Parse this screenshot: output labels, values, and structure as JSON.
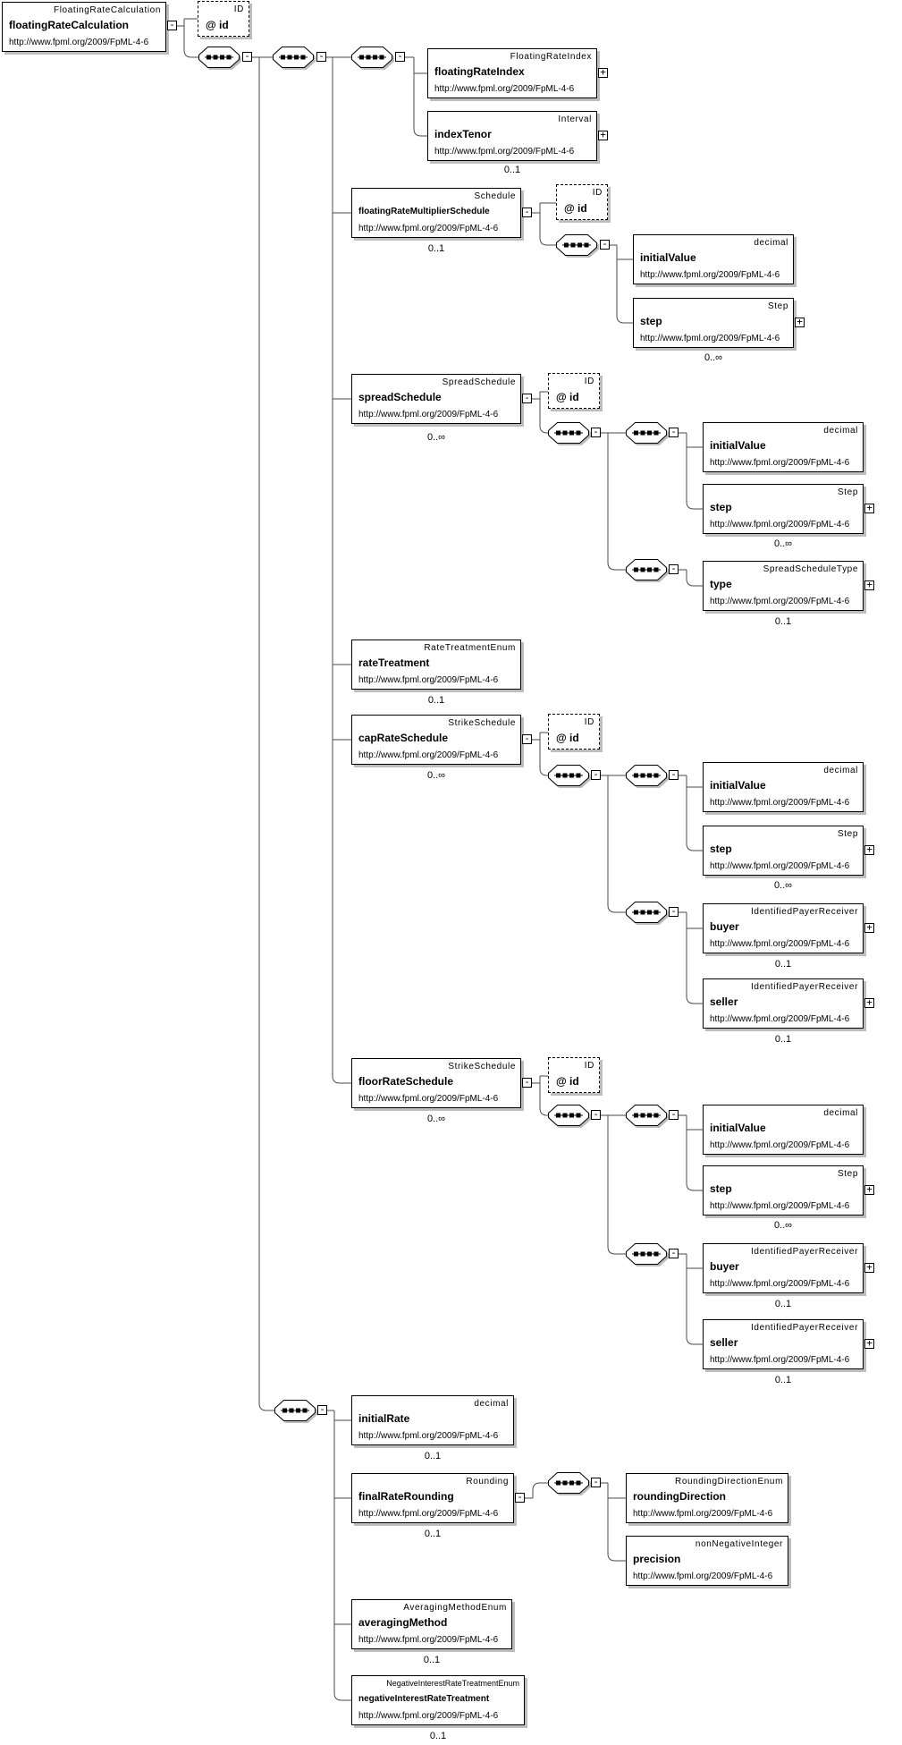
{
  "namespace": "http://www.fpml.org/2009/FpML-4-6",
  "nodes": {
    "root": {
      "name": "floatingRateCalculation",
      "type": "FloatingRateCalculation",
      "expand": "-"
    },
    "rootId": {
      "label": "@ id",
      "type": "ID"
    },
    "seq1": {
      "expand": "-"
    },
    "seq2": {
      "expand": "-"
    },
    "seq3": {
      "expand": "-"
    },
    "fri": {
      "name": "floatingRateIndex",
      "type": "FloatingRateIndex",
      "expand": "+"
    },
    "tenor": {
      "name": "indexTenor",
      "type": "Interval",
      "expand": "+",
      "cardinality": "0..1"
    },
    "frms": {
      "name": "floatingRateMultiplierSchedule",
      "type": "Schedule",
      "expand": "-",
      "cardinality": "0..1"
    },
    "frmsId": {
      "label": "@ id",
      "type": "ID"
    },
    "frmsSeq": {
      "expand": "-"
    },
    "frmsIv": {
      "name": "initialValue",
      "type": "decimal"
    },
    "frmsStep": {
      "name": "step",
      "type": "Step",
      "expand": "+",
      "cardinality": "0..∞"
    },
    "spread": {
      "name": "spreadSchedule",
      "type": "SpreadSchedule",
      "expand": "-",
      "cardinality": "0..∞"
    },
    "spreadId": {
      "label": "@ id",
      "type": "ID"
    },
    "spreadSeqO": {
      "expand": "-"
    },
    "spreadSeq1": {
      "expand": "-"
    },
    "spreadSeq2": {
      "expand": "-"
    },
    "spreadIv": {
      "name": "initialValue",
      "type": "decimal"
    },
    "spreadStep": {
      "name": "step",
      "type": "Step",
      "expand": "+",
      "cardinality": "0..∞"
    },
    "spreadType": {
      "name": "type",
      "type": "SpreadScheduleType",
      "expand": "+",
      "cardinality": "0..1"
    },
    "rateTreatment": {
      "name": "rateTreatment",
      "type": "RateTreatmentEnum",
      "cardinality": "0..1"
    },
    "cap": {
      "name": "capRateSchedule",
      "type": "StrikeSchedule",
      "expand": "-",
      "cardinality": "0..∞"
    },
    "capId": {
      "label": "@ id",
      "type": "ID"
    },
    "capSeqO": {
      "expand": "-"
    },
    "capSeq1": {
      "expand": "-"
    },
    "capSeq2": {
      "expand": "-"
    },
    "capIv": {
      "name": "initialValue",
      "type": "decimal"
    },
    "capStep": {
      "name": "step",
      "type": "Step",
      "expand": "+",
      "cardinality": "0..∞"
    },
    "capBuyer": {
      "name": "buyer",
      "type": "IdentifiedPayerReceiver",
      "expand": "+",
      "cardinality": "0..1"
    },
    "capSeller": {
      "name": "seller",
      "type": "IdentifiedPayerReceiver",
      "expand": "+",
      "cardinality": "0..1"
    },
    "floor": {
      "name": "floorRateSchedule",
      "type": "StrikeSchedule",
      "expand": "-",
      "cardinality": "0..∞"
    },
    "floorId": {
      "label": "@ id",
      "type": "ID"
    },
    "floorSeqO": {
      "expand": "-"
    },
    "floorSeq1": {
      "expand": "-"
    },
    "floorSeq2": {
      "expand": "-"
    },
    "floorIv": {
      "name": "initialValue",
      "type": "decimal"
    },
    "floorStep": {
      "name": "step",
      "type": "Step",
      "expand": "+",
      "cardinality": "0..∞"
    },
    "floorBuyer": {
      "name": "buyer",
      "type": "IdentifiedPayerReceiver",
      "expand": "+",
      "cardinality": "0..1"
    },
    "floorSeller": {
      "name": "seller",
      "type": "IdentifiedPayerReceiver",
      "expand": "+",
      "cardinality": "0..1"
    },
    "seq4": {
      "expand": "-"
    },
    "initialRate": {
      "name": "initialRate",
      "type": "decimal",
      "cardinality": "0..1"
    },
    "frr": {
      "name": "finalRateRounding",
      "type": "Rounding",
      "expand": "-",
      "cardinality": "0..1"
    },
    "roundSeq": {
      "expand": "-"
    },
    "roundingDirection": {
      "name": "roundingDirection",
      "type": "RoundingDirectionEnum"
    },
    "precision": {
      "name": "precision",
      "type": "nonNegativeInteger"
    },
    "averagingMethod": {
      "name": "averagingMethod",
      "type": "AveragingMethodEnum",
      "cardinality": "0..1"
    },
    "negIrt": {
      "name": "negativeInterestRateTreatment",
      "type": "NegativeInterestRateTreatmentEnum",
      "cardinality": "0..1"
    }
  }
}
